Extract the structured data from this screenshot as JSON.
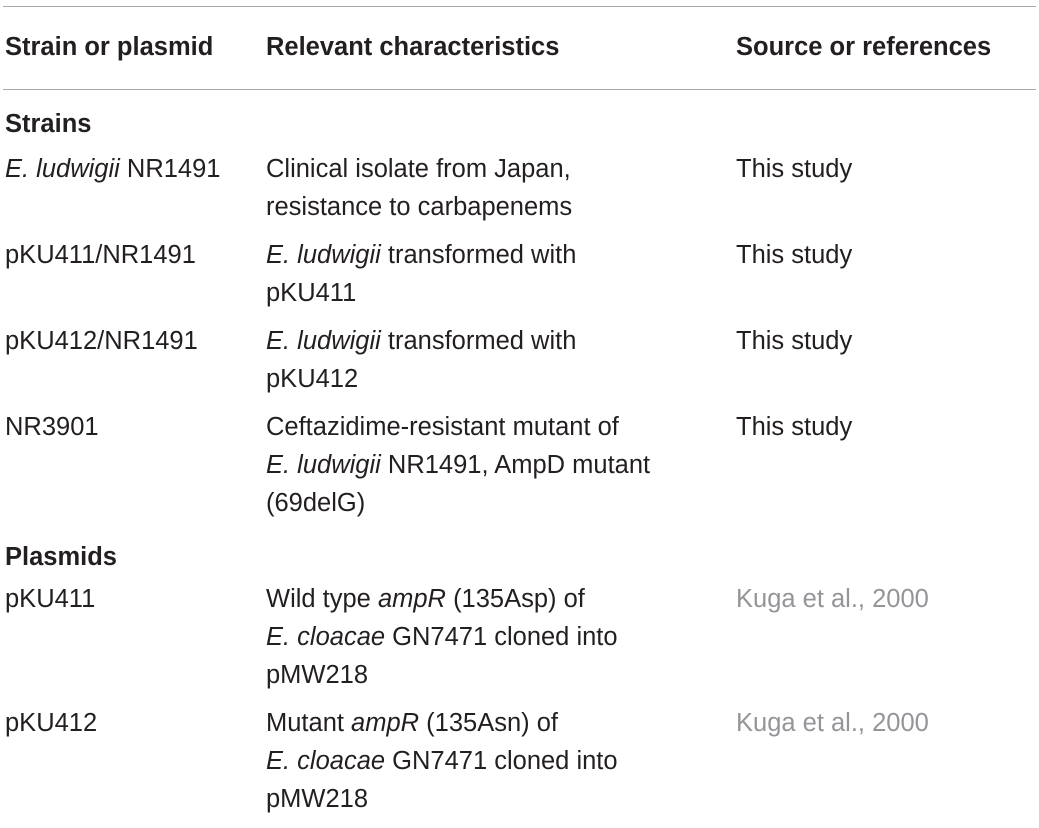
{
  "table": {
    "headers": [
      "Strain or plasmid",
      "Relevant characteristics",
      "Source or references"
    ],
    "sections": [
      {
        "title": "Strains",
        "rows": [
          {
            "name_italic": "E. ludwigii",
            "name_rest": " NR1491",
            "desc": [
              {
                "italic": "",
                "text": "Clinical isolate from Japan,"
              },
              {
                "italic": "",
                "text": "resistance to carbapenems"
              }
            ],
            "source": "This study"
          },
          {
            "name_italic": "",
            "name_rest": "pKU411/NR1491",
            "desc": [
              {
                "italic": "E. ludwigii",
                "text": " transformed with"
              },
              {
                "italic": "",
                "text": "pKU411"
              }
            ],
            "source": "This study"
          },
          {
            "name_italic": "",
            "name_rest": "pKU412/NR1491",
            "desc": [
              {
                "italic": "E. ludwigii",
                "text": " transformed with"
              },
              {
                "italic": "",
                "text": "pKU412"
              }
            ],
            "source": "This study"
          },
          {
            "name_italic": "",
            "name_rest": "NR3901",
            "desc": [
              {
                "italic": "",
                "text": "Ceftazidime-resistant mutant of"
              },
              {
                "italic": "E. ludwigii",
                "text": " NR1491, AmpD mutant"
              },
              {
                "italic": "",
                "text": "(69delG)"
              }
            ],
            "source": "This study"
          }
        ]
      },
      {
        "title": "Plasmids",
        "rows": [
          {
            "name_italic": "",
            "name_rest": "pKU411",
            "desc": [
              {
                "pre": "Wild type ",
                "italic": "ampR",
                "text": " (135Asp) of"
              },
              {
                "italic": "E. cloacae",
                "text": " GN7471 cloned into"
              },
              {
                "italic": "",
                "text": "pMW218"
              }
            ],
            "source": "Kuga et al., 2000"
          },
          {
            "name_italic": "",
            "name_rest": "pKU412",
            "desc": [
              {
                "pre": "Mutant ",
                "italic": "ampR",
                "text": " (135Asn) of"
              },
              {
                "italic": "E. cloacae",
                "text": " GN7471 cloned into"
              },
              {
                "italic": "",
                "text": "pMW218"
              }
            ],
            "source": "Kuga et al., 2000"
          }
        ]
      }
    ]
  },
  "colors": {
    "text": "#231f20",
    "rule": "#a7a9ac",
    "reference": "#939598"
  }
}
